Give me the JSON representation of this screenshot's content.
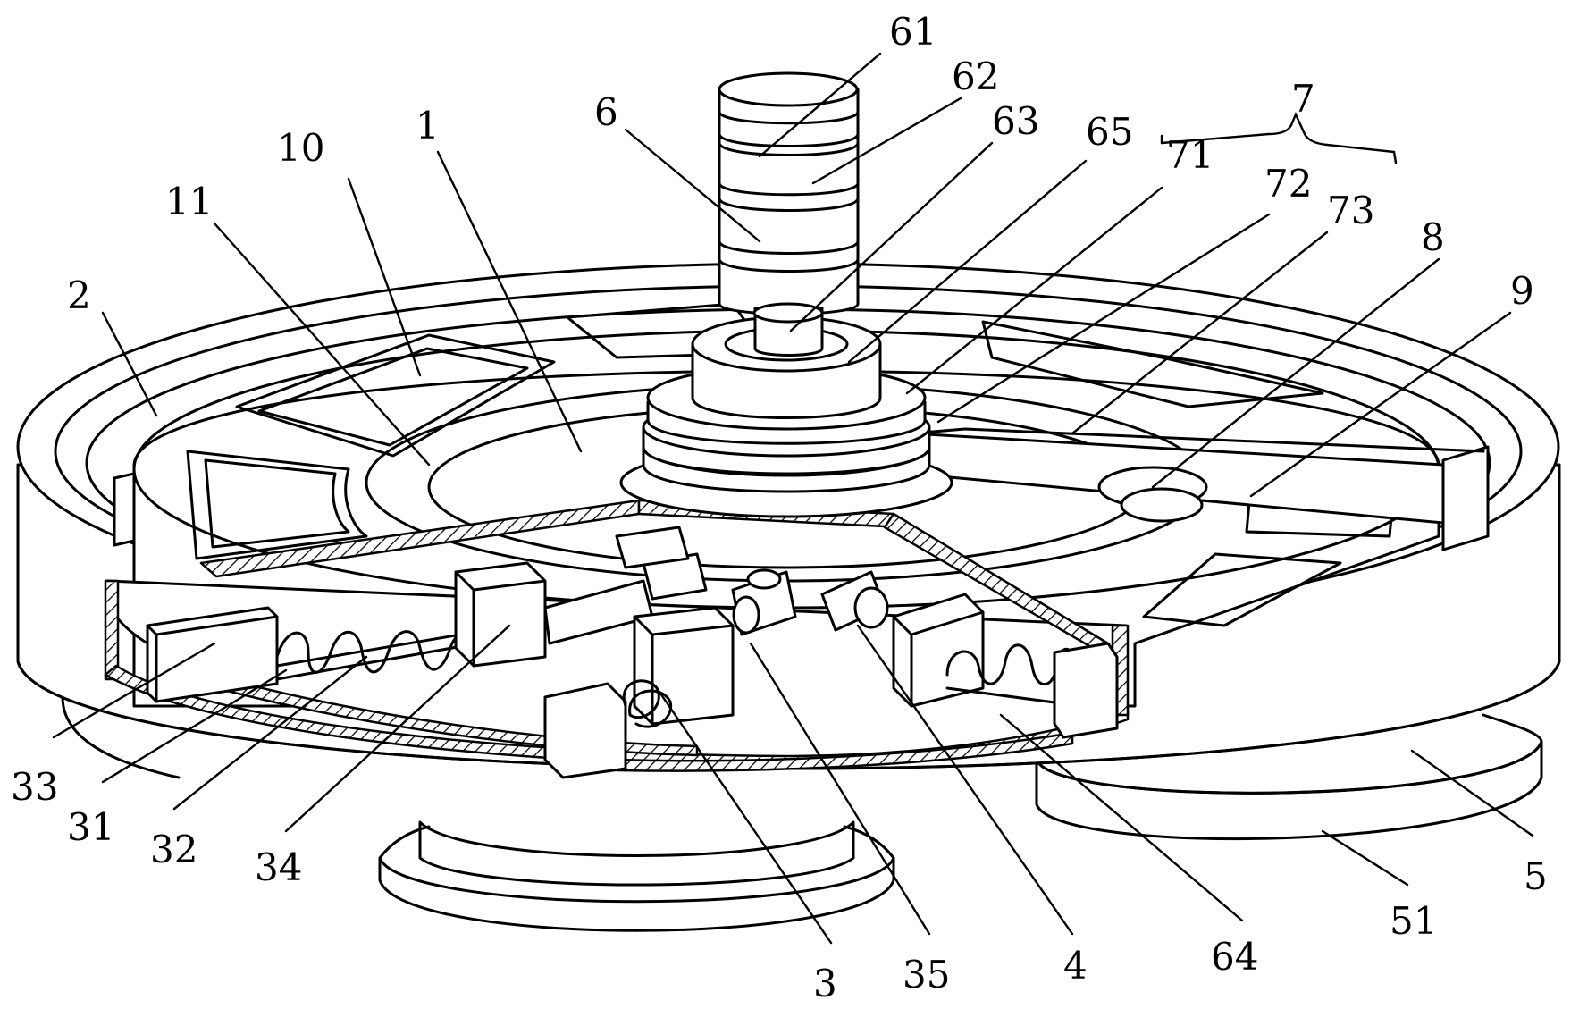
{
  "figure": {
    "labels": [
      {
        "id": "61",
        "text": "61"
      },
      {
        "id": "62",
        "text": "62"
      },
      {
        "id": "6",
        "text": "6"
      },
      {
        "id": "63",
        "text": "63"
      },
      {
        "id": "65",
        "text": "65"
      },
      {
        "id": "7",
        "text": "7"
      },
      {
        "id": "71",
        "text": "71"
      },
      {
        "id": "72",
        "text": "72"
      },
      {
        "id": "73",
        "text": "73"
      },
      {
        "id": "10",
        "text": "10"
      },
      {
        "id": "1",
        "text": "1"
      },
      {
        "id": "11",
        "text": "11"
      },
      {
        "id": "2",
        "text": "2"
      },
      {
        "id": "8",
        "text": "8"
      },
      {
        "id": "9",
        "text": "9"
      },
      {
        "id": "33",
        "text": "33"
      },
      {
        "id": "31",
        "text": "31"
      },
      {
        "id": "32",
        "text": "32"
      },
      {
        "id": "34",
        "text": "34"
      },
      {
        "id": "3",
        "text": "3"
      },
      {
        "id": "35",
        "text": "35"
      },
      {
        "id": "4",
        "text": "4"
      },
      {
        "id": "64",
        "text": "64"
      },
      {
        "id": "51",
        "text": "51"
      },
      {
        "id": "5",
        "text": "5"
      }
    ]
  }
}
